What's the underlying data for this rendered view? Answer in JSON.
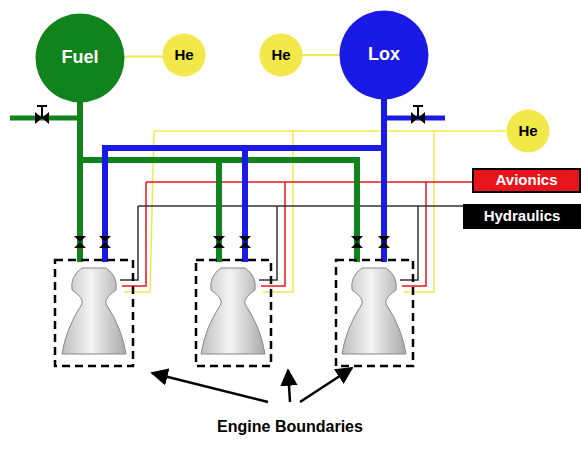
{
  "diagram": {
    "nodes": [
      {
        "text": [
          "Fuel"
        ]
      },
      {
        "text": [
          "He"
        ]
      },
      {
        "text": [
          "He"
        ]
      },
      {
        "text": [
          "Lox"
        ]
      },
      {
        "text": [
          "He"
        ]
      },
      {
        "text": [
          "Avionics"
        ]
      },
      {
        "text": [
          "Hydraulics"
        ]
      }
    ],
    "edges": [
      {
        "from": 0,
        "to": 1,
        "arrow": "none"
      },
      {
        "from": 2,
        "to": 3,
        "arrow": "none"
      }
    ],
    "labels": [
      "Engine Boundaries"
    ]
  }
}
